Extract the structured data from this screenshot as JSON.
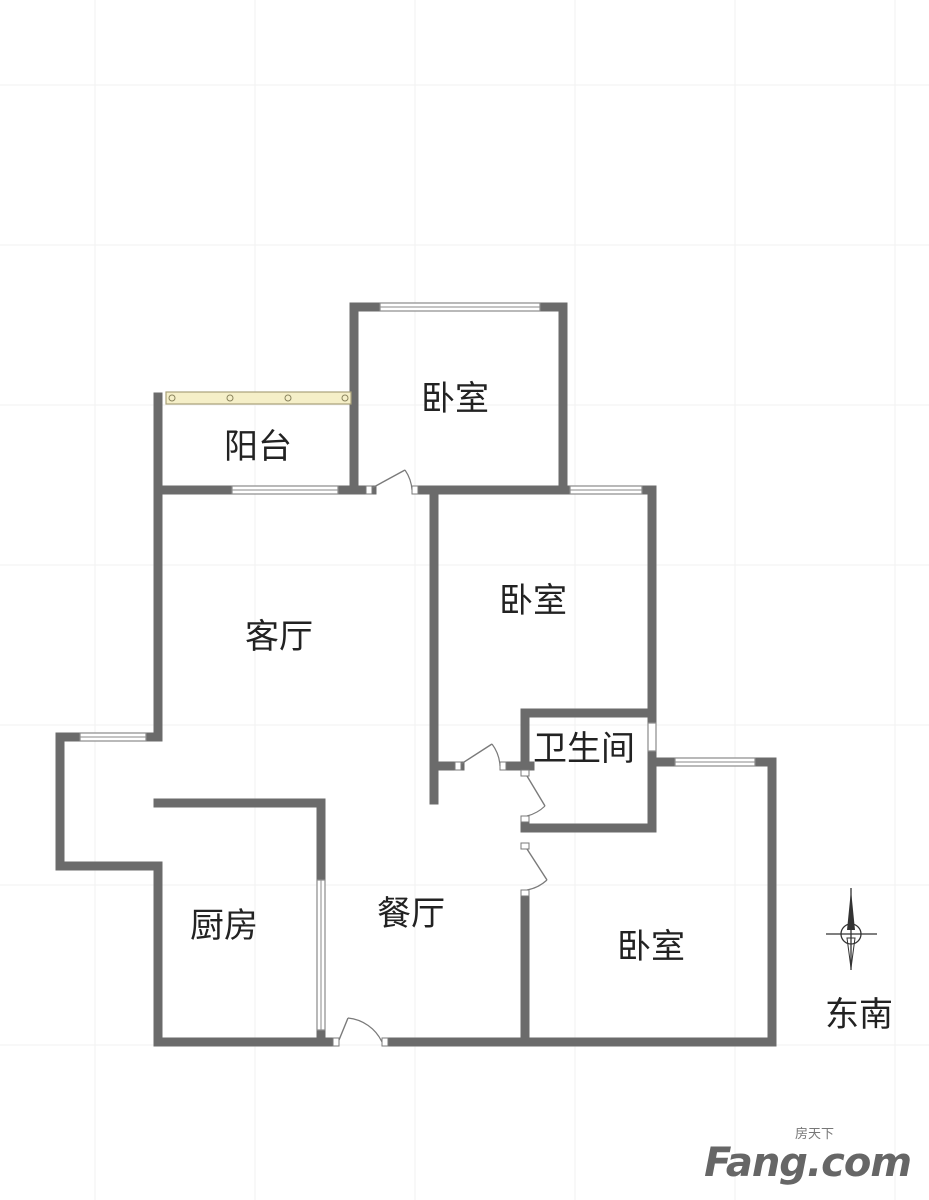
{
  "rooms": {
    "bedroom_top": "卧室",
    "balcony": "阳台",
    "bedroom_middle": "卧室",
    "living_room": "客厅",
    "bathroom": "卫生间",
    "kitchen": "厨房",
    "dining_room": "餐厅",
    "bedroom_bottom": "卧室"
  },
  "compass": {
    "label": "东南"
  },
  "watermark": {
    "brand": "Fang.com",
    "brand_cn": "房天下"
  },
  "colors": {
    "wall": "#6b6b6b",
    "balcony_rail": "#f5efc8",
    "background": "#ffffff"
  }
}
